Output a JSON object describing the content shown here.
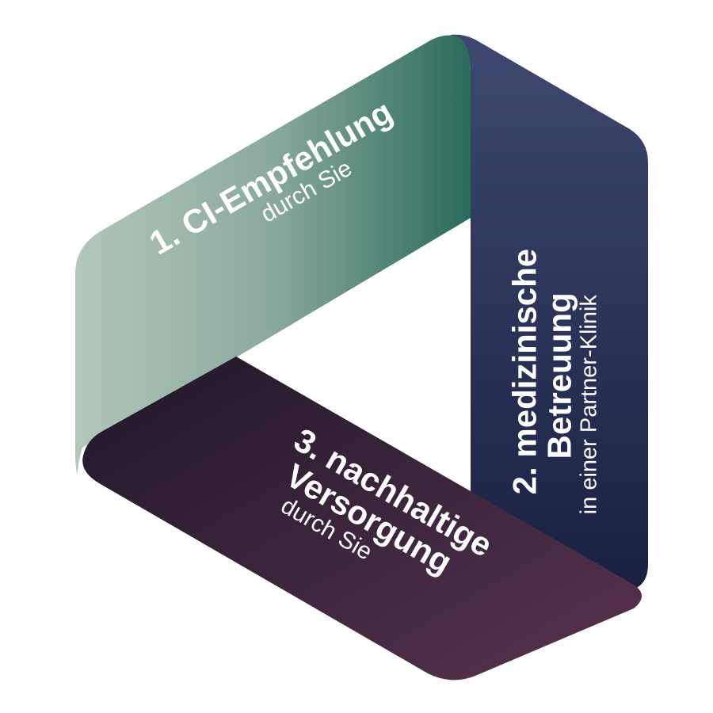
{
  "steps": [
    {
      "title": "1. CI-Empfehlung",
      "subtitle": "durch Sie"
    },
    {
      "title_line1": "2. medizinische",
      "title_line2": "Betreuung",
      "subtitle": "in einer Partner-Klinik"
    },
    {
      "title_line1": "3. nachhaltige",
      "title_line2": "Versorgung",
      "subtitle": "durch Sie"
    }
  ],
  "colors": {
    "green_light": "#b0c6b9",
    "green_dark": "#2a6b5c",
    "blue_top": "#3e4670",
    "blue_bottom": "#1a2244",
    "purple_dark": "#221a2c",
    "purple_light": "#53304f"
  }
}
